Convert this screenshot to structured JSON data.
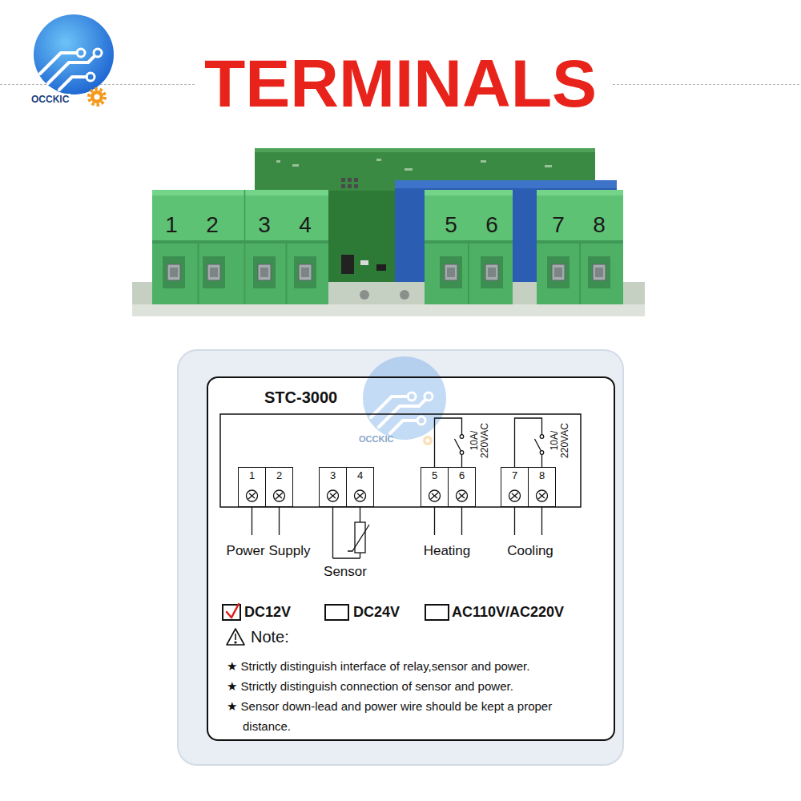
{
  "diagram": {
    "title": "TERMINALS",
    "nodes": [
      {
        "text": [
          "STC-3000"
        ]
      },
      {
        "text": [
          "1"
        ],
        "in": 0
      },
      {
        "text": [
          "2"
        ],
        "in": 0
      },
      {
        "text": [
          "3"
        ],
        "in": 0
      },
      {
        "text": [
          "4"
        ],
        "in": 0
      },
      {
        "text": [
          "5"
        ],
        "in": 0
      },
      {
        "text": [
          "6"
        ],
        "in": 0
      },
      {
        "text": [
          "7"
        ],
        "in": 0
      },
      {
        "text": [
          "8"
        ],
        "in": 0
      }
    ],
    "edges": [
      {
        "from": 5,
        "to": 6,
        "arrow": "none"
      },
      {
        "from": 7,
        "to": 8,
        "arrow": "none"
      }
    ],
    "labels": [
      "OCCKIC",
      "1",
      "2",
      "3",
      "4",
      "5",
      "6",
      "7",
      "8",
      "OCCKIC",
      "10A/ 220VAC",
      "10A/ 220VAC",
      "Power Supply",
      "Sensor",
      "Heating",
      "Cooling",
      "DC12V",
      "DC24V",
      "AC110V/AC220V",
      "Note:",
      "★ Strictly distinguish interface of relay,sensor and power.",
      "★ Strictly distinguish connection of sensor and power.",
      "★ Sensor down-lead and power wire should be kept a proper distance."
    ]
  }
}
